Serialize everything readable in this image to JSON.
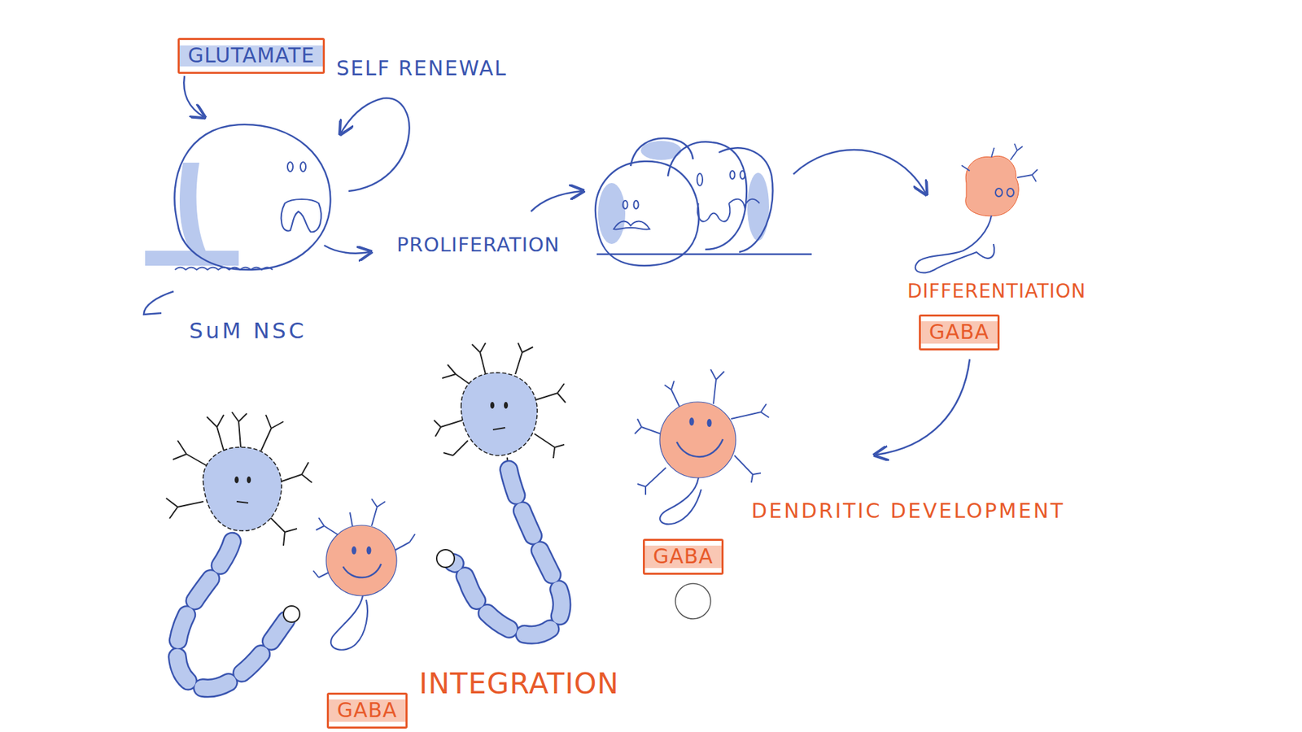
{
  "diagram": {
    "nodes": [
      {
        "text": [
          "GLUTAMATE"
        ]
      },
      {
        "text": [
          "GABA"
        ]
      },
      {
        "text": [
          "GABA"
        ]
      },
      {
        "text": [
          "GABA"
        ]
      }
    ],
    "labels": [
      "SELF RENEWAL",
      "PROLIFERATION",
      "DIFFERENTIATION",
      "SuM NSC",
      "DENDRITIC DEVELOPMENT",
      "INTEGRATION"
    ]
  }
}
